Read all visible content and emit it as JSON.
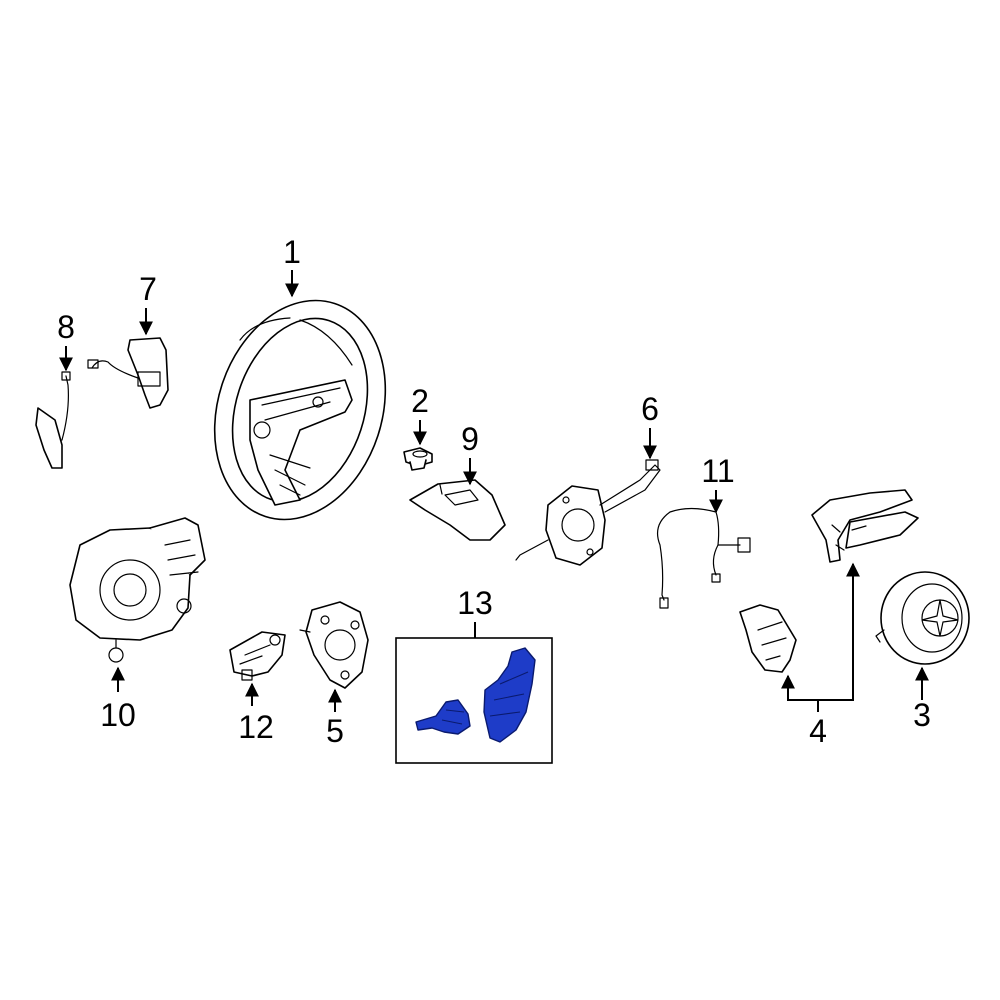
{
  "labels": {
    "l1": "1",
    "l2": "2",
    "l3": "3",
    "l4": "4",
    "l5": "5",
    "l6": "6",
    "l7": "7",
    "l8": "8",
    "l9": "9",
    "l10": "10",
    "l11": "11",
    "l12": "12",
    "l13": "13"
  },
  "colors": {
    "highlight": "#1e3cc8",
    "line": "#000000",
    "background": "#ffffff"
  }
}
